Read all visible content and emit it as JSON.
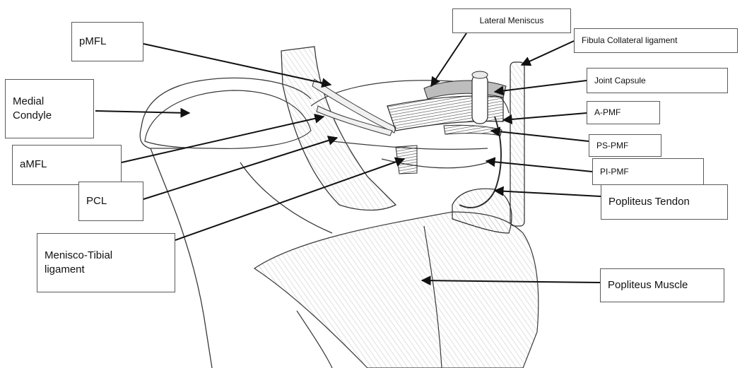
{
  "labels": {
    "pmfl": "pMFL",
    "medial_condyle_line1": "Medial",
    "medial_condyle_line2": "Condyle",
    "amfl": "aMFL",
    "pcl": "PCL",
    "menisco_tibial_line1": "Menisco-Tibial",
    "menisco_tibial_line2": "ligament",
    "lateral_meniscus": "Lateral Meniscus",
    "fibula_collateral_ligament": "Fibula Collateral ligament",
    "joint_capsule": "Joint Capsule",
    "a_pmf": "A-PMF",
    "ps_pmf": "PS-PMF",
    "pi_pmf": "PI-PMF",
    "popliteus_tendon": "Popliteus Tendon",
    "popliteus_muscle": "Popliteus Muscle"
  },
  "colors": {
    "line": "#111111",
    "box_border": "#5a5a5a",
    "drawing_stroke": "#3a3a3a",
    "ligament_fill": "#e6e6e6"
  }
}
